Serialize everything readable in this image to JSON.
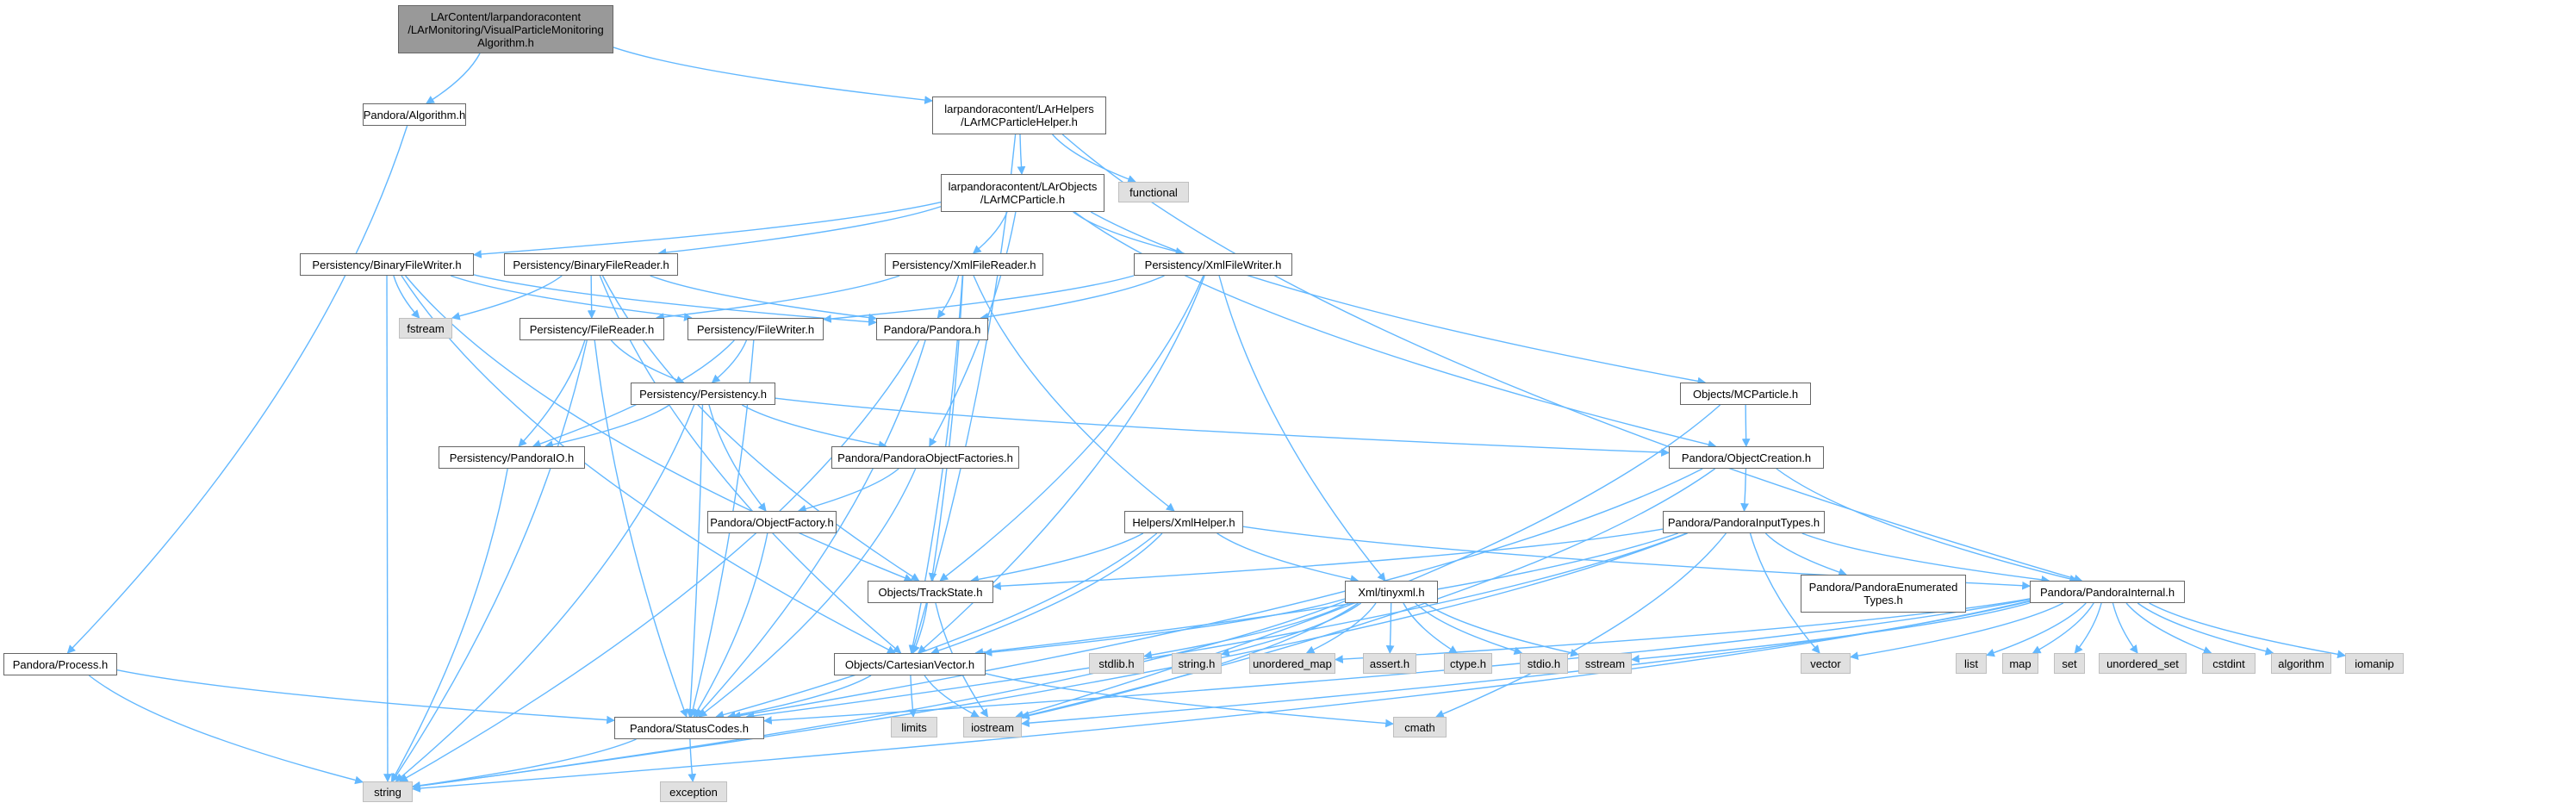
{
  "graph": {
    "edge_color": "#63b8ff",
    "nodes": [
      {
        "id": "root",
        "lines": [
          "LArContent/larpandoracontent",
          "/LArMonitoring/VisualParticleMonitoring",
          "Algorithm.h"
        ],
        "kind": "root"
      },
      {
        "id": "algorithm",
        "lines": [
          "Pandora/Algorithm.h"
        ],
        "kind": "file"
      },
      {
        "id": "mcphelper",
        "lines": [
          "larpandoracontent/LArHelpers",
          "/LArMCParticleHelper.h"
        ],
        "kind": "file"
      },
      {
        "id": "functional",
        "lines": [
          "functional"
        ],
        "kind": "system"
      },
      {
        "id": "larmcp",
        "lines": [
          "larpandoracontent/LArObjects",
          "/LArMCParticle.h"
        ],
        "kind": "file"
      },
      {
        "id": "binwriter",
        "lines": [
          "Persistency/BinaryFileWriter.h"
        ],
        "kind": "file"
      },
      {
        "id": "binreader",
        "lines": [
          "Persistency/BinaryFileReader.h"
        ],
        "kind": "file"
      },
      {
        "id": "xmlreader",
        "lines": [
          "Persistency/XmlFileReader.h"
        ],
        "kind": "file"
      },
      {
        "id": "xmlwriter",
        "lines": [
          "Persistency/XmlFileWriter.h"
        ],
        "kind": "file"
      },
      {
        "id": "fstream",
        "lines": [
          "fstream"
        ],
        "kind": "system"
      },
      {
        "id": "filereader",
        "lines": [
          "Persistency/FileReader.h"
        ],
        "kind": "file"
      },
      {
        "id": "filewriter",
        "lines": [
          "Persistency/FileWriter.h"
        ],
        "kind": "file"
      },
      {
        "id": "pandora",
        "lines": [
          "Pandora/Pandora.h"
        ],
        "kind": "file"
      },
      {
        "id": "mcparticle",
        "lines": [
          "Objects/MCParticle.h"
        ],
        "kind": "file"
      },
      {
        "id": "persistency",
        "lines": [
          "Persistency/Persistency.h"
        ],
        "kind": "file"
      },
      {
        "id": "pandoraio",
        "lines": [
          "Persistency/PandoraIO.h"
        ],
        "kind": "file"
      },
      {
        "id": "objfactories",
        "lines": [
          "Pandora/PandoraObjectFactories.h"
        ],
        "kind": "file"
      },
      {
        "id": "objcreation",
        "lines": [
          "Pandora/ObjectCreation.h"
        ],
        "kind": "file"
      },
      {
        "id": "objfactory",
        "lines": [
          "Pandora/ObjectFactory.h"
        ],
        "kind": "file"
      },
      {
        "id": "xmlhelper",
        "lines": [
          "Helpers/XmlHelper.h"
        ],
        "kind": "file"
      },
      {
        "id": "inputtypes",
        "lines": [
          "Pandora/PandoraInputTypes.h"
        ],
        "kind": "file"
      },
      {
        "id": "trackstate",
        "lines": [
          "Objects/TrackState.h"
        ],
        "kind": "file"
      },
      {
        "id": "tinyxml",
        "lines": [
          "Xml/tinyxml.h"
        ],
        "kind": "file"
      },
      {
        "id": "enumtypes",
        "lines": [
          "Pandora/PandoraEnumerated",
          "Types.h"
        ],
        "kind": "file"
      },
      {
        "id": "internal",
        "lines": [
          "Pandora/PandoraInternal.h"
        ],
        "kind": "file"
      },
      {
        "id": "process",
        "lines": [
          "Pandora/Process.h"
        ],
        "kind": "file"
      },
      {
        "id": "cartesian",
        "lines": [
          "Objects/CartesianVector.h"
        ],
        "kind": "file"
      },
      {
        "id": "stdlib",
        "lines": [
          "stdlib.h"
        ],
        "kind": "system"
      },
      {
        "id": "stringh",
        "lines": [
          "string.h"
        ],
        "kind": "system"
      },
      {
        "id": "unordered_map",
        "lines": [
          "unordered_map"
        ],
        "kind": "system"
      },
      {
        "id": "assert",
        "lines": [
          "assert.h"
        ],
        "kind": "system"
      },
      {
        "id": "ctype",
        "lines": [
          "ctype.h"
        ],
        "kind": "system"
      },
      {
        "id": "stdio",
        "lines": [
          "stdio.h"
        ],
        "kind": "system"
      },
      {
        "id": "sstream",
        "lines": [
          "sstream"
        ],
        "kind": "system"
      },
      {
        "id": "vector",
        "lines": [
          "vector"
        ],
        "kind": "system"
      },
      {
        "id": "list",
        "lines": [
          "list"
        ],
        "kind": "system"
      },
      {
        "id": "map",
        "lines": [
          "map"
        ],
        "kind": "system"
      },
      {
        "id": "set",
        "lines": [
          "set"
        ],
        "kind": "system"
      },
      {
        "id": "unordered_set",
        "lines": [
          "unordered_set"
        ],
        "kind": "system"
      },
      {
        "id": "cstdint",
        "lines": [
          "cstdint"
        ],
        "kind": "system"
      },
      {
        "id": "algorithm_std",
        "lines": [
          "algorithm"
        ],
        "kind": "system"
      },
      {
        "id": "iomanip",
        "lines": [
          "iomanip"
        ],
        "kind": "system"
      },
      {
        "id": "statuscodes",
        "lines": [
          "Pandora/StatusCodes.h"
        ],
        "kind": "file"
      },
      {
        "id": "limits",
        "lines": [
          "limits"
        ],
        "kind": "system"
      },
      {
        "id": "iostream",
        "lines": [
          "iostream"
        ],
        "kind": "system"
      },
      {
        "id": "cmath",
        "lines": [
          "cmath"
        ],
        "kind": "system"
      },
      {
        "id": "string",
        "lines": [
          "string"
        ],
        "kind": "system"
      },
      {
        "id": "exception",
        "lines": [
          "exception"
        ],
        "kind": "system"
      }
    ],
    "edges": [
      [
        "root",
        "algorithm"
      ],
      [
        "root",
        "mcphelper"
      ],
      [
        "algorithm",
        "process"
      ],
      [
        "mcphelper",
        "functional"
      ],
      [
        "mcphelper",
        "larmcp"
      ],
      [
        "mcphelper",
        "cartesian"
      ],
      [
        "mcphelper",
        "internal"
      ],
      [
        "larmcp",
        "binwriter"
      ],
      [
        "larmcp",
        "binreader"
      ],
      [
        "larmcp",
        "xmlreader"
      ],
      [
        "larmcp",
        "xmlwriter"
      ],
      [
        "larmcp",
        "mcparticle"
      ],
      [
        "larmcp",
        "objcreation"
      ],
      [
        "larmcp",
        "objfactories"
      ],
      [
        "binwriter",
        "fstream"
      ],
      [
        "binwriter",
        "filewriter"
      ],
      [
        "binwriter",
        "pandora"
      ],
      [
        "binwriter",
        "trackstate"
      ],
      [
        "binwriter",
        "cartesian"
      ],
      [
        "binwriter",
        "string"
      ],
      [
        "binreader",
        "fstream"
      ],
      [
        "binreader",
        "filereader"
      ],
      [
        "binreader",
        "pandora"
      ],
      [
        "binreader",
        "trackstate"
      ],
      [
        "binreader",
        "cartesian"
      ],
      [
        "xmlreader",
        "filereader"
      ],
      [
        "xmlreader",
        "pandora"
      ],
      [
        "xmlreader",
        "xmlhelper"
      ],
      [
        "xmlreader",
        "trackstate"
      ],
      [
        "xmlreader",
        "cartesian"
      ],
      [
        "xmlwriter",
        "filewriter"
      ],
      [
        "xmlwriter",
        "pandora"
      ],
      [
        "xmlwriter",
        "tinyxml"
      ],
      [
        "xmlwriter",
        "trackstate"
      ],
      [
        "xmlwriter",
        "cartesian"
      ],
      [
        "filereader",
        "persistency"
      ],
      [
        "filereader",
        "pandoraio"
      ],
      [
        "filereader",
        "statuscodes"
      ],
      [
        "filereader",
        "string"
      ],
      [
        "filewriter",
        "persistency"
      ],
      [
        "filewriter",
        "pandoraio"
      ],
      [
        "filewriter",
        "statuscodes"
      ],
      [
        "pandora",
        "statuscodes"
      ],
      [
        "pandora",
        "string"
      ],
      [
        "mcparticle",
        "objcreation"
      ],
      [
        "mcparticle",
        "iostream"
      ],
      [
        "persistency",
        "pandoraio"
      ],
      [
        "persistency",
        "objfactory"
      ],
      [
        "persistency",
        "objfactories"
      ],
      [
        "persistency",
        "objcreation"
      ],
      [
        "persistency",
        "statuscodes"
      ],
      [
        "persistency",
        "string"
      ],
      [
        "pandoraio",
        "string"
      ],
      [
        "objfactories",
        "objfactory"
      ],
      [
        "objfactories",
        "statuscodes"
      ],
      [
        "objcreation",
        "inputtypes"
      ],
      [
        "objcreation",
        "internal"
      ],
      [
        "objcreation",
        "statuscodes"
      ],
      [
        "objcreation",
        "iostream"
      ],
      [
        "objfactory",
        "statuscodes"
      ],
      [
        "xmlhelper",
        "trackstate"
      ],
      [
        "xmlhelper",
        "tinyxml"
      ],
      [
        "xmlhelper",
        "internal"
      ],
      [
        "xmlhelper",
        "statuscodes"
      ],
      [
        "xmlhelper",
        "cartesian"
      ],
      [
        "inputtypes",
        "trackstate"
      ],
      [
        "inputtypes",
        "enumtypes"
      ],
      [
        "inputtypes",
        "internal"
      ],
      [
        "inputtypes",
        "statuscodes"
      ],
      [
        "inputtypes",
        "cartesian"
      ],
      [
        "inputtypes",
        "string"
      ],
      [
        "inputtypes",
        "cmath"
      ],
      [
        "inputtypes",
        "vector"
      ],
      [
        "trackstate",
        "cartesian"
      ],
      [
        "trackstate",
        "iostream"
      ],
      [
        "tinyxml",
        "cartesian"
      ],
      [
        "tinyxml",
        "stdlib"
      ],
      [
        "tinyxml",
        "stringh"
      ],
      [
        "tinyxml",
        "unordered_map"
      ],
      [
        "tinyxml",
        "assert"
      ],
      [
        "tinyxml",
        "ctype"
      ],
      [
        "tinyxml",
        "stdio"
      ],
      [
        "tinyxml",
        "sstream"
      ],
      [
        "tinyxml",
        "iostream"
      ],
      [
        "tinyxml",
        "string"
      ],
      [
        "internal",
        "sstream"
      ],
      [
        "internal",
        "vector"
      ],
      [
        "internal",
        "list"
      ],
      [
        "internal",
        "map"
      ],
      [
        "internal",
        "set"
      ],
      [
        "internal",
        "unordered_set"
      ],
      [
        "internal",
        "cstdint"
      ],
      [
        "internal",
        "algorithm_std"
      ],
      [
        "internal",
        "iomanip"
      ],
      [
        "internal",
        "unordered_map"
      ],
      [
        "internal",
        "statuscodes"
      ],
      [
        "internal",
        "iostream"
      ],
      [
        "internal",
        "string"
      ],
      [
        "process",
        "statuscodes"
      ],
      [
        "process",
        "string"
      ],
      [
        "cartesian",
        "statuscodes"
      ],
      [
        "cartesian",
        "limits"
      ],
      [
        "cartesian",
        "iostream"
      ],
      [
        "cartesian",
        "cmath"
      ],
      [
        "statuscodes",
        "exception"
      ],
      [
        "statuscodes",
        "string"
      ]
    ]
  }
}
